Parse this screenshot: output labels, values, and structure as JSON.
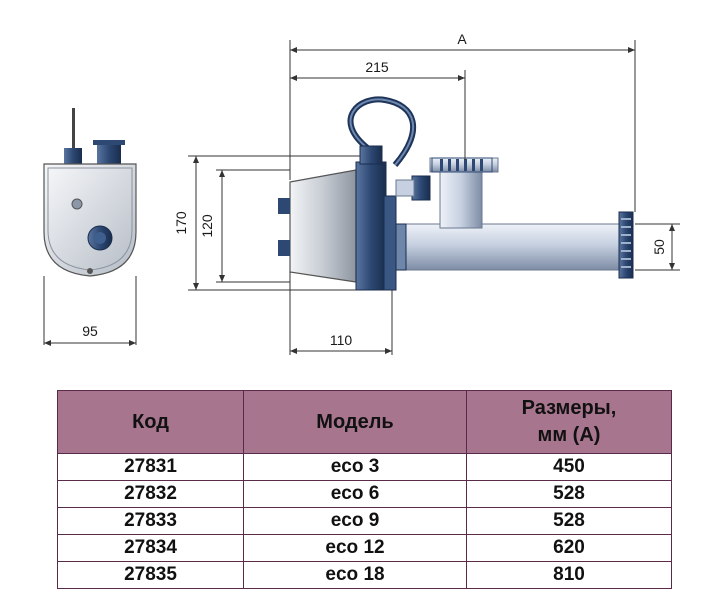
{
  "diagram": {
    "dimensions": {
      "width_front": "95",
      "total_length": "A",
      "length_215": "215",
      "height_170": "170",
      "height_120": "120",
      "body_width": "110",
      "tube_diameter": "50"
    },
    "colors": {
      "body": "#c9cfd6",
      "navy": "#2c4873",
      "tube": "#b8c4d8",
      "dim_line": "#333333"
    }
  },
  "table": {
    "headers": [
      "Код",
      "Модель",
      "Размеры,\nмм (А)"
    ],
    "rows": [
      {
        "code": "27831",
        "model": "eco 3",
        "size": "450"
      },
      {
        "code": "27832",
        "model": "eco 6",
        "size": "528"
      },
      {
        "code": "27833",
        "model": "eco 9",
        "size": "528"
      },
      {
        "code": "27834",
        "model": "eco 12",
        "size": "620"
      },
      {
        "code": "27835",
        "model": "eco 18",
        "size": "810"
      }
    ],
    "header_color": "#a8758f",
    "border_color": "#5a2a4a"
  }
}
